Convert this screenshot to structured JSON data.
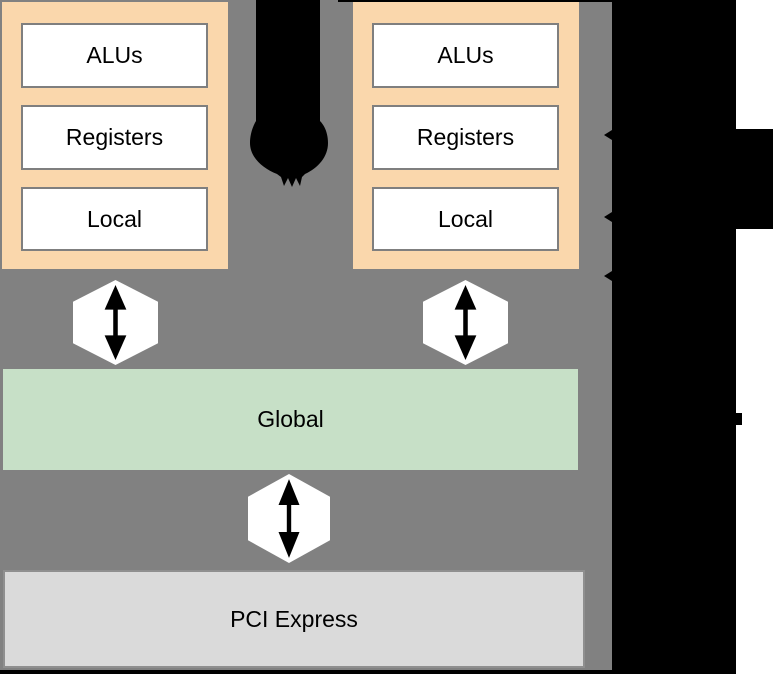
{
  "colors": {
    "stage-bg": "#ffffff",
    "canvas-bg": "#818181",
    "unit-fill": "#fad7ac",
    "global-fill": "#c7e0c7",
    "pci-fill": "#dadada",
    "box-fill": "#ffffff",
    "box-border": "#7f7f7f",
    "ink": "#000000",
    "callout-fill": "#000000"
  },
  "units": [
    {
      "blocks": [
        "ALUs",
        "Registers",
        "Local"
      ]
    },
    {
      "blocks": [
        "ALUs",
        "Registers",
        "Local"
      ]
    }
  ],
  "global_label": "Global",
  "pci_label": "PCI Express",
  "icons": {
    "connector": "double-arrow-icon",
    "separator": "ellipsis-callout-icon"
  }
}
